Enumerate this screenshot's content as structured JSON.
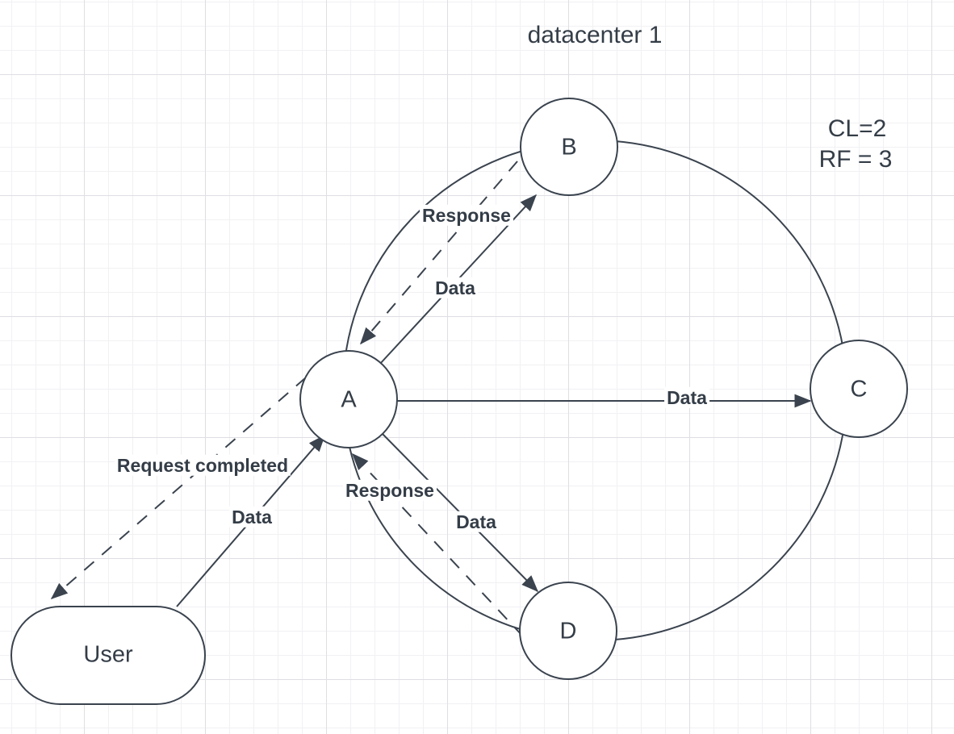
{
  "diagram": {
    "title": "datacenter 1",
    "annotation": {
      "line1": "CL=2",
      "line2": "RF = 3"
    },
    "nodes": {
      "a": {
        "label": "A"
      },
      "b": {
        "label": "B"
      },
      "c": {
        "label": "C"
      },
      "d": {
        "label": "D"
      },
      "user": {
        "label": "User"
      }
    },
    "edge_labels": {
      "b_to_a": "Response",
      "a_to_b": "Data",
      "a_to_c": "Data",
      "a_to_d": "Data",
      "d_to_a": "Response",
      "user_to_a": "Data",
      "a_to_user": "Request completed"
    },
    "colors": {
      "stroke": "#3a434e",
      "text": "#343d47",
      "background": "#ffffff",
      "grid_minor": "#f1f1f4",
      "grid_major": "#dfdfe4"
    }
  }
}
